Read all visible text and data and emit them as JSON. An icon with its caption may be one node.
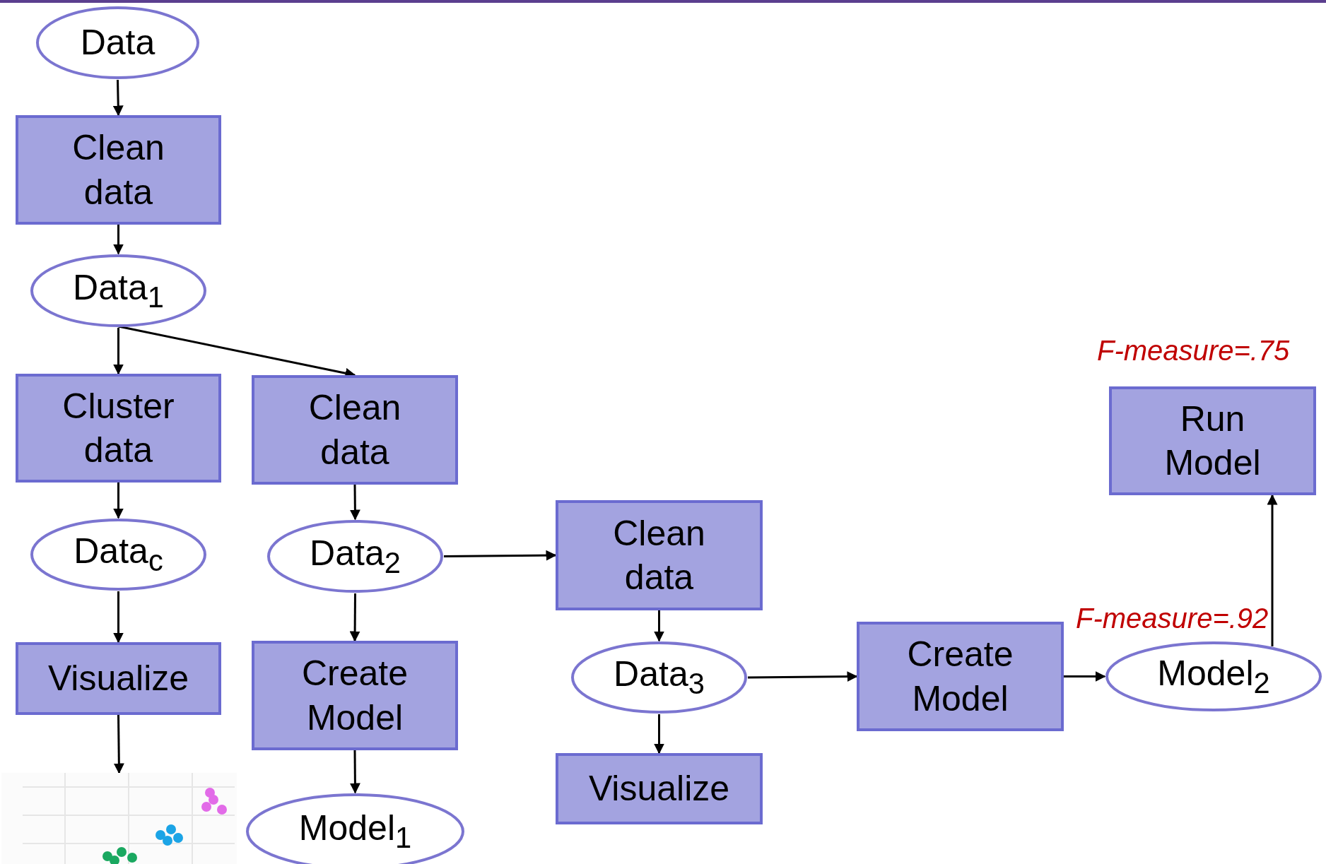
{
  "diagram": {
    "nodes": [
      {
        "text": [
          "Data"
        ]
      },
      {
        "text": [
          "Clean data"
        ]
      },
      {
        "text": [
          "Data$_{1}$"
        ]
      },
      {
        "text": [
          "Cluster data"
        ]
      },
      {
        "text": [
          "Clean data"
        ]
      },
      {
        "text": [
          "Data$_{c}$"
        ]
      },
      {
        "text": [
          "Data$_{2}$"
        ]
      },
      {
        "text": [
          "Visualize"
        ]
      },
      {
        "text": [
          "Create Model"
        ]
      },
      {
        "text": [],
        "shape": "picture"
      },
      {
        "text": [
          "Model$_{1}$"
        ]
      },
      {
        "text": [
          "Clean data"
        ]
      },
      {
        "text": [
          "Data$_{3}$"
        ]
      },
      {
        "text": [
          "Visualize"
        ]
      },
      {
        "text": [
          "Create Model"
        ]
      },
      {
        "text": [
          "Model$_{2}$"
        ],
        "beside": [
          "F-measure=.92"
        ]
      },
      {
        "text": [
          "Run Model"
        ],
        "beside": [
          "F-measure=.75"
        ]
      }
    ],
    "edges": [
      {
        "from": 0,
        "to": 1,
        "arrow": "to"
      },
      {
        "from": 1,
        "to": 2,
        "arrow": "to"
      },
      {
        "from": 2,
        "to": 3,
        "arrow": "to"
      },
      {
        "from": 2,
        "to": 4,
        "arrow": "to"
      },
      {
        "from": 3,
        "to": 5,
        "arrow": "to"
      },
      {
        "from": 4,
        "to": 6,
        "arrow": "to"
      },
      {
        "from": 5,
        "to": 7,
        "arrow": "to"
      },
      {
        "from": 6,
        "to": 8,
        "arrow": "to"
      },
      {
        "from": 6,
        "to": 11,
        "arrow": "to"
      },
      {
        "from": 7,
        "to": 9,
        "arrow": "to"
      },
      {
        "from": 8,
        "to": 10,
        "arrow": "to"
      },
      {
        "from": 11,
        "to": 12,
        "arrow": "to"
      },
      {
        "from": 12,
        "to": 13,
        "arrow": "to"
      },
      {
        "from": 12,
        "to": 14,
        "arrow": "to"
      },
      {
        "from": 14,
        "to": 15,
        "arrow": "to"
      },
      {
        "from": 15,
        "to": 16,
        "arrow": "to"
      }
    ]
  }
}
